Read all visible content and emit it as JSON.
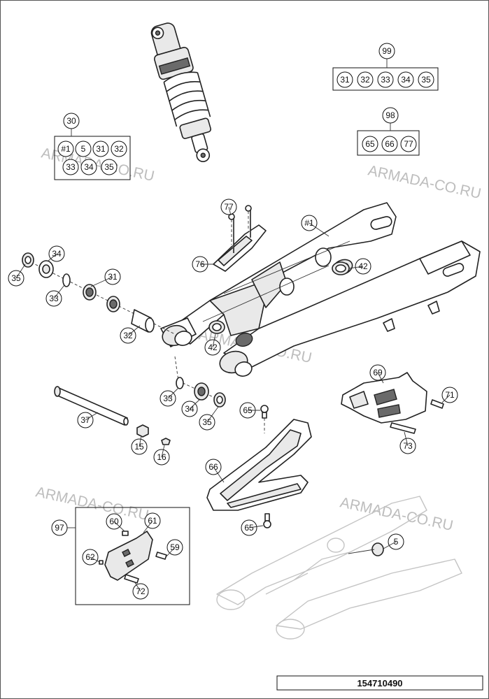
{
  "watermark": "ARMADA-CO.RU",
  "diagram_number": "154710490",
  "kits": {
    "k30": {
      "label": "30",
      "items": [
        "#1",
        "5",
        "31",
        "32",
        "33",
        "34",
        "35"
      ]
    },
    "k99": {
      "label": "99",
      "items": [
        "31",
        "32",
        "33",
        "34",
        "35"
      ]
    },
    "k98": {
      "label": "98",
      "items": [
        "65",
        "66",
        "77"
      ]
    },
    "k97": {
      "label": "97",
      "items": [
        "60",
        "61",
        "62",
        "59",
        "72"
      ]
    }
  },
  "callouts": {
    "c_77": "77",
    "c_76": "76",
    "c_h1": "#1",
    "c_42a": "42",
    "c_34a": "34",
    "c_35a": "35",
    "c_33a": "33",
    "c_31": "31",
    "c_32": "32",
    "c_42b": "42",
    "c_69": "69",
    "c_71": "71",
    "c_73": "73",
    "c_33b": "33",
    "c_34b": "34",
    "c_35b": "35",
    "c_37": "37",
    "c_65a": "65",
    "c_15": "15",
    "c_16": "16",
    "c_66": "66",
    "c_65b": "65",
    "c_97": "97",
    "c_60": "60",
    "c_61": "61",
    "c_62": "62",
    "c_59": "59",
    "c_72": "72",
    "c_5": "5"
  }
}
